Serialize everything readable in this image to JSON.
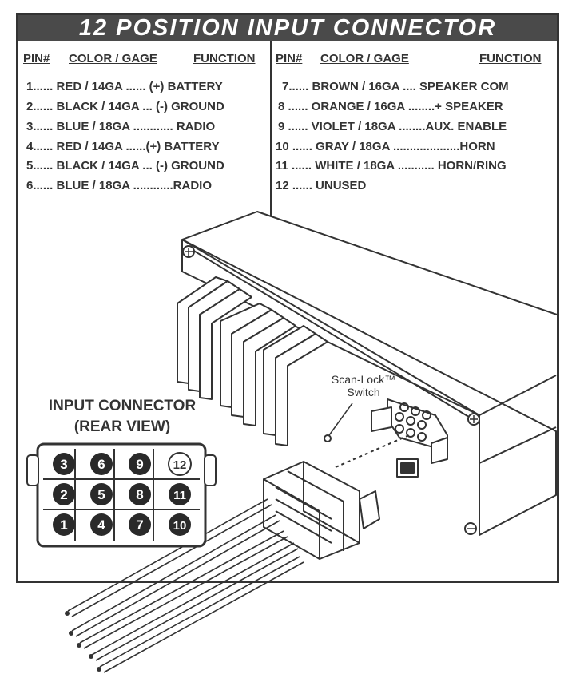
{
  "title": "12 POSITION INPUT CONNECTOR",
  "headers": {
    "left": {
      "pin": "PIN#",
      "color": "COLOR / GAGE",
      "function": "FUNCTION"
    },
    "right": {
      "pin": "PIN#",
      "color": "COLOR / GAGE",
      "function": "FUNCTION"
    }
  },
  "left_rows": [
    {
      "desc": "1...... RED / 14GA ...... (+) BATTERY"
    },
    {
      "desc": "2...... BLACK / 14GA ... (-) GROUND"
    },
    {
      "desc": "3...... BLUE / 18GA ............ RADIO"
    },
    {
      "desc": "4...... RED / 14GA ......(+) BATTERY"
    },
    {
      "desc": "5...... BLACK / 14GA ... (-) GROUND"
    },
    {
      "desc": "6...... BLUE / 18GA ............RADIO"
    }
  ],
  "right_rows": [
    {
      "desc": "7...... BROWN / 16GA .... SPEAKER COM"
    },
    {
      "desc": "8 ...... ORANGE / 16GA ........+ SPEAKER"
    },
    {
      "desc": "9 ...... VIOLET / 18GA ........AUX. ENABLE"
    },
    {
      "desc": "10 ...... GRAY / 18GA ....................HORN"
    },
    {
      "desc": "11 ...... WHITE / 18GA ........... HORN/RING"
    },
    {
      "desc": "12 ...... UNUSED"
    }
  ],
  "connector_label": {
    "line1": "INPUT CONNECTOR",
    "line2": "(REAR VIEW)"
  },
  "scan_lock": {
    "line1": "Scan-Lock™",
    "line2": "Switch"
  },
  "pins_grid": [
    [
      "3",
      "6",
      "9",
      "12"
    ],
    [
      "2",
      "5",
      "8",
      "11"
    ],
    [
      "1",
      "4",
      "7",
      "10"
    ]
  ],
  "colors": {
    "title_bg": "#4a4a4a",
    "line": "#333333",
    "pin_fill": "#2a2a2a"
  }
}
